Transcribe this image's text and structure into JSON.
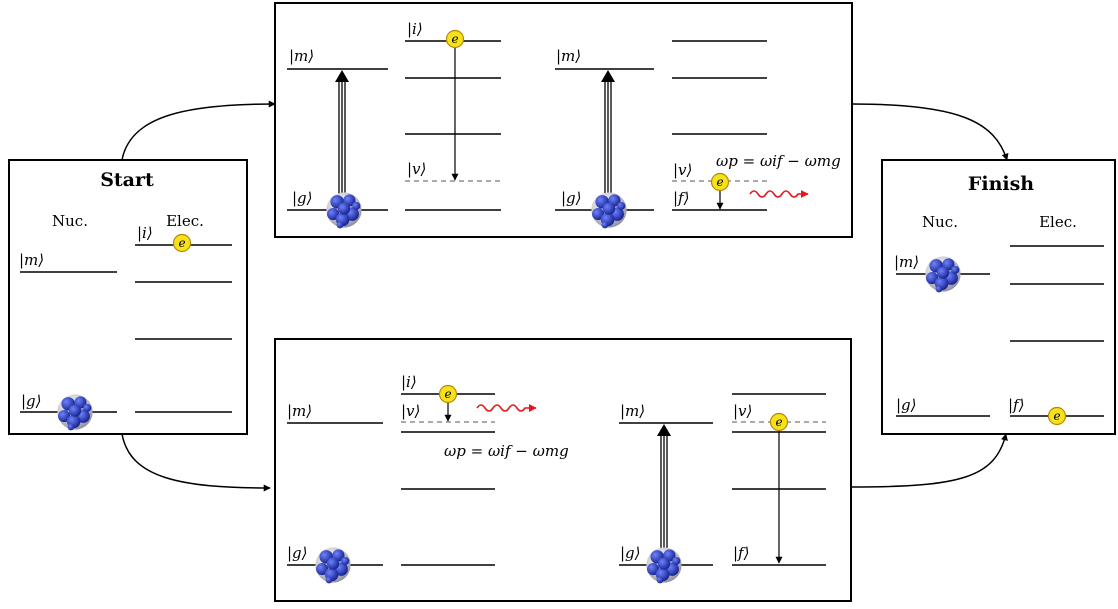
{
  "start": {
    "title": "Start",
    "nuc": "Nuc.",
    "elec": "Elec."
  },
  "finish": {
    "title": "Finish",
    "nuc": "Nuc.",
    "elec": "Elec."
  },
  "kets": {
    "m": "|m⟩",
    "g": "|g⟩",
    "i": "|i⟩",
    "v": "|v⟩",
    "f": "|f⟩"
  },
  "electron_symbol": "e",
  "equation": "ωp = ωif − ωmg",
  "colors": {
    "nucleus_blue": "#1f2fb0",
    "nucleus_gray": "#b8b8c4",
    "electron_fill": "#f7e11b",
    "electron_stroke": "#b58a00",
    "photon": "#e8141b",
    "virtual_level": "#777777"
  },
  "icons": [
    "nucleus-icon",
    "electron-icon",
    "photon-wave-icon"
  ]
}
